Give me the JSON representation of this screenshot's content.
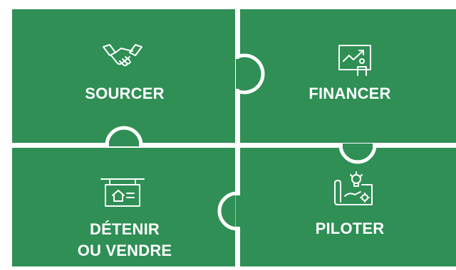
{
  "colors": {
    "piece": "#2f8f55",
    "gap": "#ffffff",
    "text": "#ffffff"
  },
  "pieces": [
    {
      "label": "SOURCER",
      "icon": "handshake-icon"
    },
    {
      "label": "FINANCER",
      "icon": "presentation-chart-icon"
    },
    {
      "label_line1": "DÉTENIR",
      "label_line2": "OU VENDRE",
      "icon": "house-sign-icon"
    },
    {
      "label": "PILOTER",
      "icon": "lightbulb-plan-icon"
    }
  ]
}
